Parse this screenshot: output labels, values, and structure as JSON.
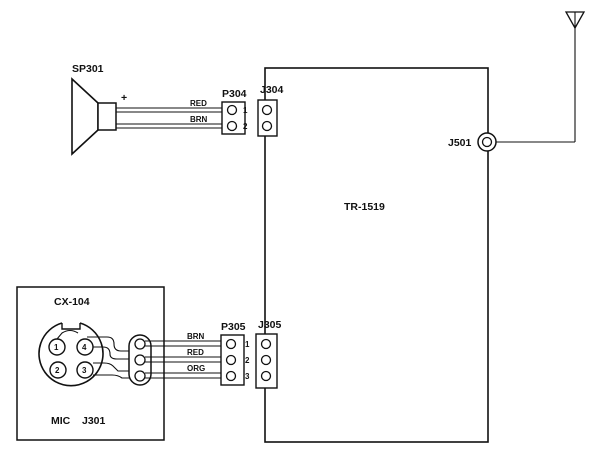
{
  "labels": {
    "speaker": "SP301",
    "plus": "+",
    "p304": "P304",
    "j304": "J304",
    "j501": "J501",
    "board": "TR-1519",
    "cx": "CX-104",
    "p305": "P305",
    "j305": "J305",
    "mic": "MIC",
    "j301": "J301"
  },
  "speaker_wires": [
    {
      "color": "RED",
      "pin": "1"
    },
    {
      "color": "BRN",
      "pin": "2"
    }
  ],
  "mic_wires": [
    {
      "color": "BRN",
      "pin": "1"
    },
    {
      "color": "RED",
      "pin": "2"
    },
    {
      "color": "ORG",
      "pin": "3"
    }
  ],
  "mic_pins": [
    "1",
    "4",
    "2",
    "3"
  ]
}
